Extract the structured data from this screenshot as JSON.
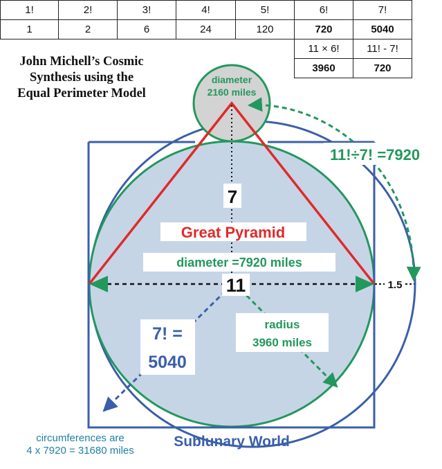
{
  "table": {
    "row1": [
      "1!",
      "2!",
      "3!",
      "4!",
      "5!",
      "6!",
      "7!"
    ],
    "row2": [
      "1",
      "2",
      "6",
      "24",
      "120",
      "720",
      "5040"
    ],
    "row3": [
      "11 × 6!",
      "11! - 7!"
    ],
    "row4": [
      "3960",
      "720"
    ]
  },
  "title": {
    "line1": "John Michell’s Cosmic",
    "line2": "Synthesis using the",
    "line3": "Equal Perimeter Model"
  },
  "labels": {
    "moon_diameter_title": "diameter",
    "moon_diameter_value": "2160 miles",
    "ratio": "11!÷7! =7920",
    "seven": "7",
    "pyramid": "Great Pyramid",
    "earth_diameter": "diameter =7920 miles",
    "eleven": "11",
    "one_point_five": "1.5",
    "factorial_top": "7! =",
    "factorial_value": "5040",
    "radius_title": "radius",
    "radius_value": "3960 miles",
    "sublunary": "Sublunary World",
    "note_line1": "circumferences are",
    "note_line2": "4 x 7920 = 31680 miles"
  },
  "colors": {
    "blue": "#3a5faa",
    "green": "#22985c",
    "red": "#e02a2a",
    "earth_fill": "#c6d5e6",
    "moon_fill": "#d3d3d3",
    "note": "#1f7fa6"
  },
  "icons": [
    "arrowhead-icon"
  ]
}
